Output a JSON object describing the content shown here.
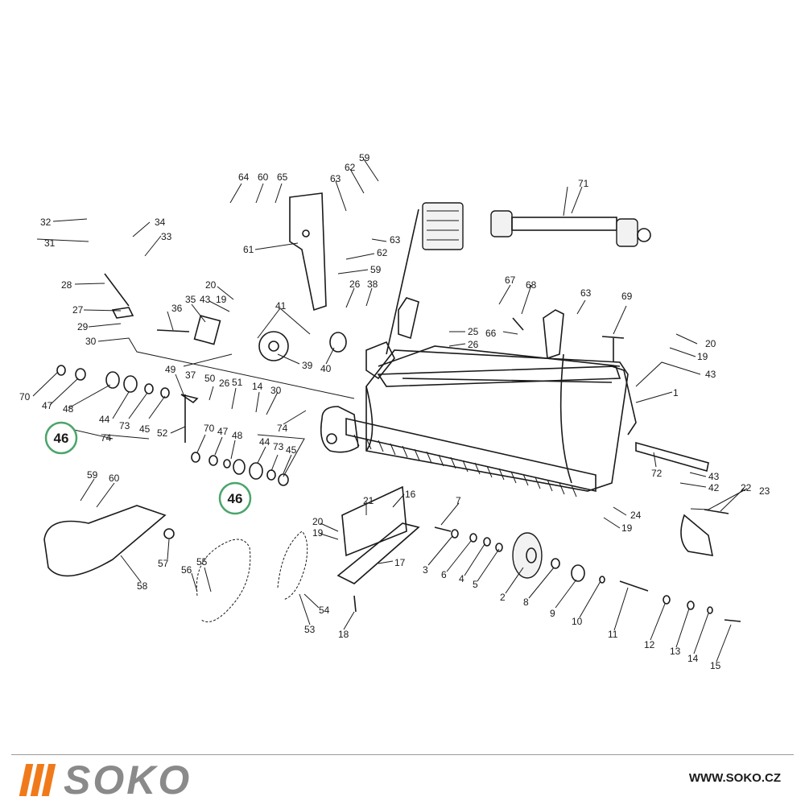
{
  "brand": {
    "name": "SOKO",
    "url": "WWW.SOKO.CZ",
    "accent": "#f07a1a",
    "text_color": "#8a8a8a"
  },
  "highlight": {
    "label": "46",
    "color": "#4aa56a"
  },
  "part_numbers": {
    "p1": "1",
    "p2": "2",
    "p3": "3",
    "p4": "4",
    "p5": "5",
    "p6": "6",
    "p7": "7",
    "p8": "8",
    "p9": "9",
    "p10": "10",
    "p11": "11",
    "p12": "12",
    "p13": "13",
    "p14": "14",
    "p15": "15",
    "p16": "16",
    "p17": "17",
    "p18": "18",
    "p19": "19",
    "p20": "20",
    "p21": "21",
    "p22": "22",
    "p23": "23",
    "p24": "24",
    "p25": "25",
    "p26": "26",
    "p27": "27",
    "p28": "28",
    "p29": "29",
    "p30": "30",
    "p31": "31",
    "p32": "32",
    "p33": "33",
    "p34": "34",
    "p35": "35",
    "p36": "36",
    "p37": "37",
    "p38": "38",
    "p39": "39",
    "p40": "40",
    "p41": "41",
    "p42": "42",
    "p43": "43",
    "p44": "44",
    "p45": "45",
    "p47": "47",
    "p48": "48",
    "p49": "49",
    "p50": "50",
    "p51": "51",
    "p52": "52",
    "p53": "53",
    "p54": "54",
    "p55": "55",
    "p56": "56",
    "p57": "57",
    "p58": "58",
    "p59": "59",
    "p60": "60",
    "p61": "61",
    "p62": "62",
    "p63": "63",
    "p64": "64",
    "p65": "65",
    "p66": "66",
    "p67": "67",
    "p68": "68",
    "p69": "69",
    "p70": "70",
    "p71": "71",
    "p72": "72",
    "p73": "73",
    "p74": "74"
  }
}
